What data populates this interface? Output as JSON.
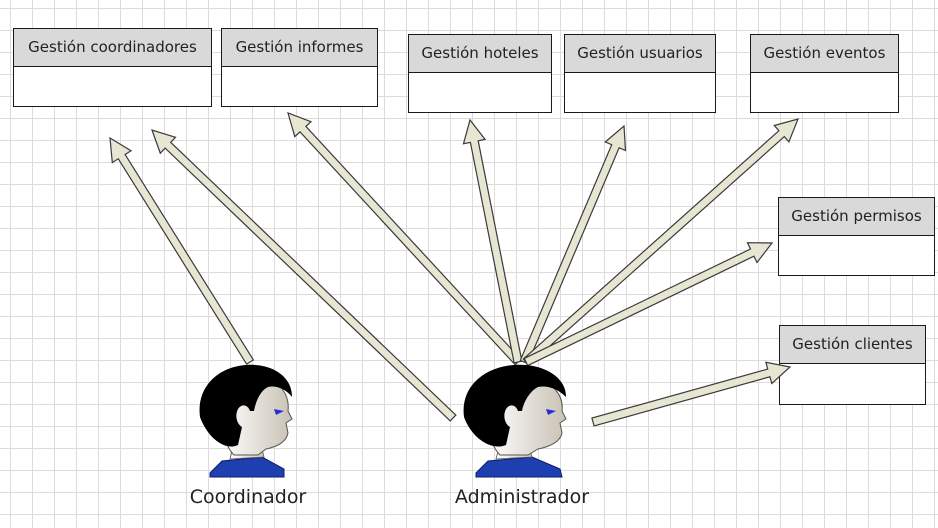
{
  "modules": {
    "coordinadores": "Gestión coordinadores",
    "informes": "Gestión informes",
    "hoteles": "Gestión hoteles",
    "usuarios": "Gestión usuarios",
    "eventos": "Gestión eventos",
    "permisos": "Gestión permisos",
    "clientes": "Gestión clientes"
  },
  "actors": {
    "coordinador": "Coordinador",
    "administrador": "Administrador"
  },
  "colors": {
    "arrow_fill": "#e6e6d2",
    "arrow_stroke": "#3a3a3a",
    "header_fill": "#d9d9d9",
    "hair": "#000000",
    "shirt": "#1f3fb0",
    "eye": "#2d2dd8"
  },
  "icons": [
    "person-icon",
    "arrow-icon"
  ]
}
